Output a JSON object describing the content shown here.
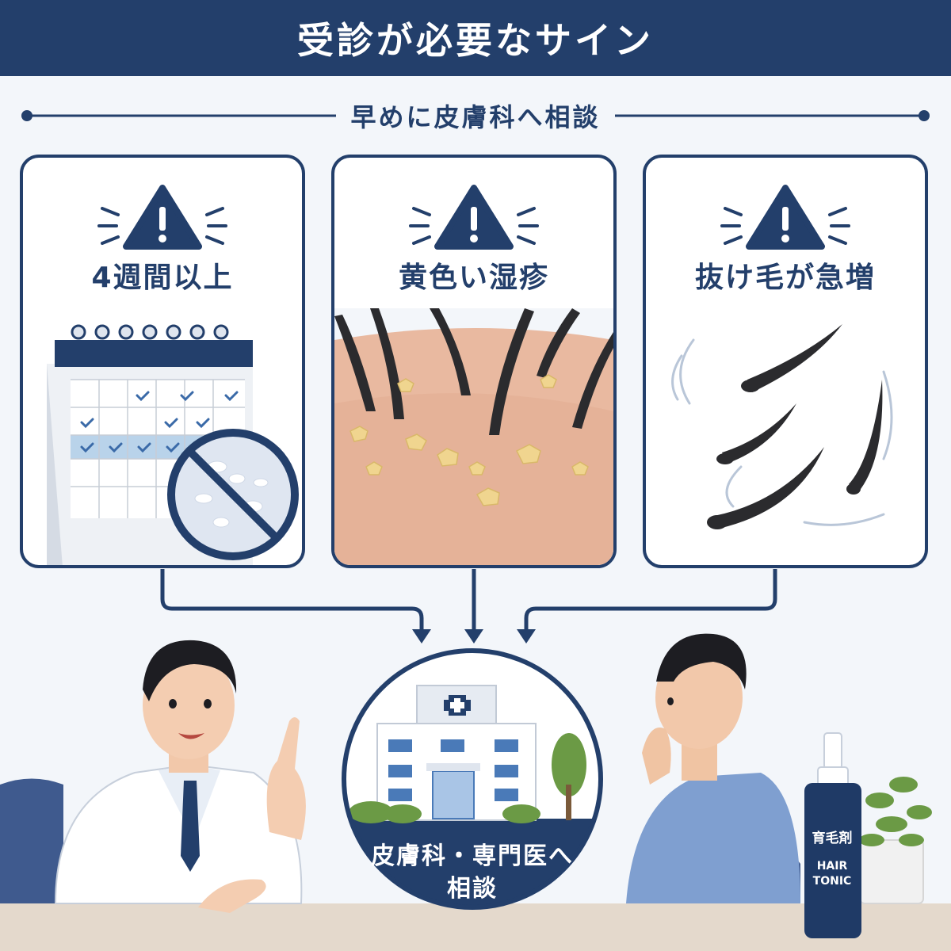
{
  "header": {
    "title": "受診が必要なサイン"
  },
  "subtitle": "早めに皮膚科へ相談",
  "cards": [
    {
      "title": "4週間以上",
      "icon": "warning-icon"
    },
    {
      "title": "黄色い湿疹",
      "icon": "warning-icon"
    },
    {
      "title": "抜け毛が急増",
      "icon": "warning-icon"
    }
  ],
  "clinic": {
    "line1": "皮膚科・専門医へ",
    "line2": "相談"
  },
  "bottle": {
    "name": "育毛剤",
    "line1": "HAIR",
    "line2": "TONIC"
  },
  "colors": {
    "navy": "#233f6b",
    "background": "#f3f6fa",
    "skin": "#e9b9a0"
  }
}
